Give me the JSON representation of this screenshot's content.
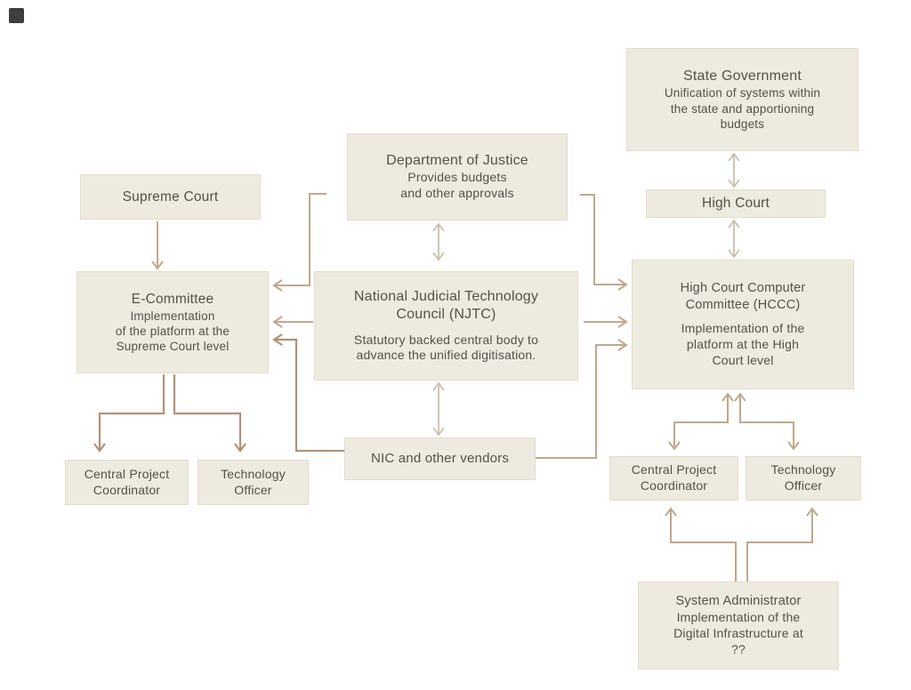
{
  "page": {
    "background": "#ffffff"
  },
  "corner_marker": {
    "color": "#3d3d3d"
  },
  "style": {
    "box_fill": "#edeadf",
    "box_text_color": "#55514a",
    "connector_light": "#c9bfad",
    "connector_mid": "#bfa88c",
    "connector_dark": "#b19278"
  },
  "boxes": {
    "state_government": {
      "title": "State Government",
      "body": "Unification of systems within\nthe state and apportioning\nbudgets"
    },
    "high_court": {
      "title": "High Court"
    },
    "hccc": {
      "title": "High Court Computer\nCommittee (HCCC)",
      "body": "Implementation of the\nplatform at the High\nCourt level"
    },
    "department_of_justice": {
      "title": "Department of Justice",
      "body": "Provides budgets\nand other approvals"
    },
    "njtc": {
      "title": "National Judicial Technology\nCouncil (NJTC)",
      "body": "Statutory backed central body to\nadvance the unified digitisation."
    },
    "nic_vendors": {
      "title": "NIC and other vendors"
    },
    "supreme_court": {
      "title": "Supreme Court"
    },
    "e_committee": {
      "title": "E-Committee",
      "body": "Implementation\nof the platform at the\nSupreme Court level"
    },
    "left_central_project_coordinator": {
      "title": "Central Project\nCoordinator"
    },
    "left_technology_officer": {
      "title": "Technology\nOfficer"
    },
    "right_central_project_coordinator": {
      "title": "Central Project\nCoordinator"
    },
    "right_technology_officer": {
      "title": "Technology\nOfficer"
    },
    "system_administrator": {
      "title": "System Administrator",
      "body": "Implementation of the\nDigital Infrastructure at\n??"
    }
  }
}
